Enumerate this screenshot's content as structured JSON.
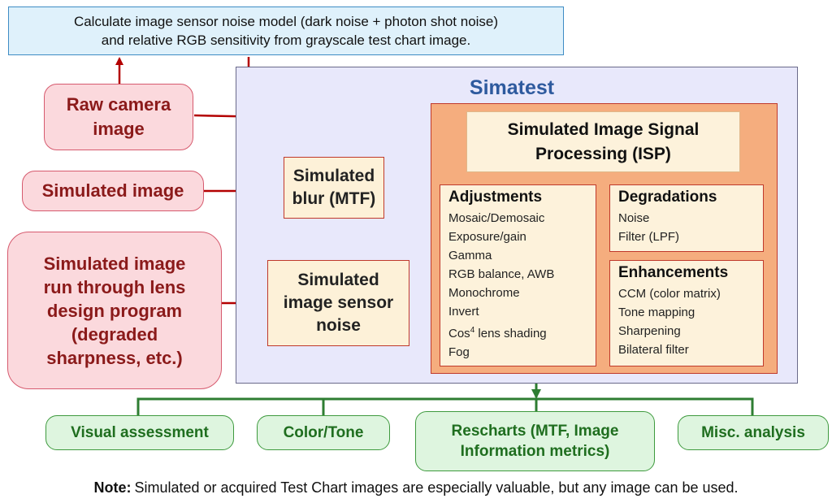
{
  "top_note": {
    "line1": "Calculate image sensor noise model (dark noise + photon shot noise)",
    "line2": "and relative RGB sensitivity from grayscale test chart image."
  },
  "panel_title": "Simatest",
  "inputs": {
    "raw_camera": [
      "Raw camera",
      "image"
    ],
    "simulated_image": "Simulated image",
    "lens_design": [
      "Simulated image",
      "run through lens",
      "design program",
      "(degraded",
      "sharpness, etc.)"
    ]
  },
  "blur_box": [
    "Simulated",
    "blur (MTF)"
  ],
  "noise_box": [
    "Simulated",
    "image sensor",
    "noise"
  ],
  "isp_title": [
    "Simulated Image Signal",
    "Processing (ISP)"
  ],
  "adjustments": {
    "heading": "Adjustments",
    "items": [
      "Mosaic/Demosaic",
      "Exposure/gain",
      "Gamma",
      "RGB balance, AWB",
      "Monochrome",
      "Invert"
    ],
    "cos_base": "Cos",
    "cos_sup": "4",
    "cos_rest": " lens shading",
    "last": "Fog"
  },
  "degradations": {
    "heading": "Degradations",
    "items": [
      "Noise",
      "Filter (LPF)"
    ]
  },
  "enhancements": {
    "heading": "Enhancements",
    "items": [
      "CCM (color matrix)",
      "Tone mapping",
      "Sharpening",
      "Bilateral filter"
    ]
  },
  "outputs": {
    "visual_assessment": "Visual assessment",
    "color_tone": "Color/Tone",
    "rescharts": [
      "Rescharts (MTF, Image",
      "Information metrics)"
    ],
    "misc_analysis": "Misc. analysis"
  },
  "note": {
    "label": "Note:",
    "text": "Simulated or acquired Test Chart images are especially valuable, but any image can be used."
  },
  "colors": {
    "red_arrow": "#b30000",
    "green_line": "#2e7d32",
    "panel_fill": "#e8e8fb",
    "isp_fill": "#f5ad7e",
    "input_fill": "#fbd9dd",
    "output_fill": "#def5df",
    "top_note_fill": "#dff1fb"
  }
}
